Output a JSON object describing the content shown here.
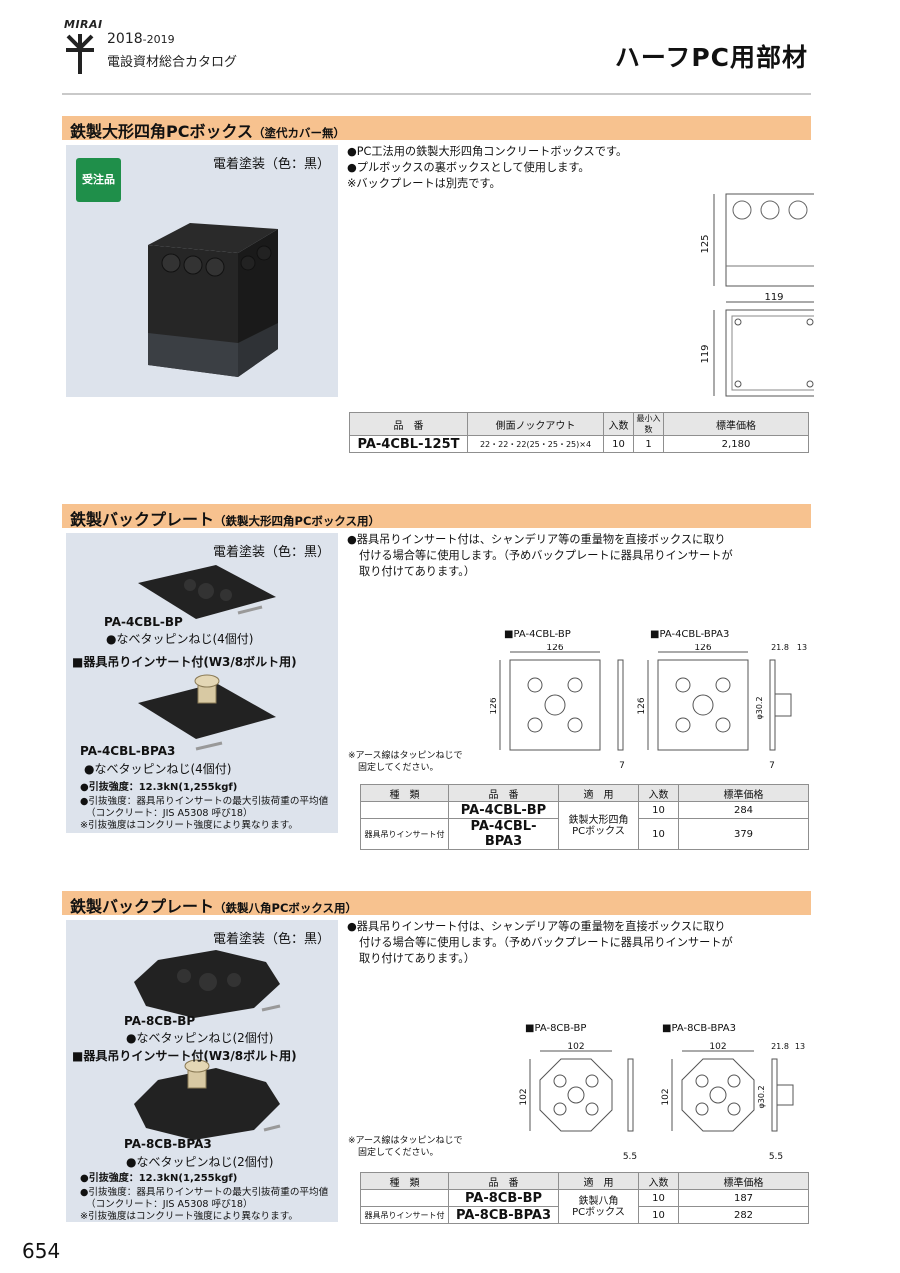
{
  "header": {
    "brand": "MIRAI",
    "year_main": "2018",
    "year_sub": "-2019",
    "catalog": "電設資材総合カタログ",
    "page_title": "ハーフPC用部材"
  },
  "section1": {
    "title": "鉄製大形四角PCボックス",
    "subtitle": "（塗代カバー無）",
    "badge": "受注品",
    "coating": "電着塗装（色：黒）",
    "desc": [
      "●PC工法用の鉄製大形四角コンクリートボックスです。",
      "●プルボックスの裏ボックスとして使用します。",
      "※バックプレートは別売です。"
    ],
    "dims": {
      "height": "125",
      "width": "119",
      "depth": "119"
    },
    "table": {
      "headers": [
        "品　番",
        "側面ノックアウト",
        "入数",
        "最小入数",
        "標準価格"
      ],
      "row": [
        "PA-4CBL-125T",
        "22・22・22(25・25・25)×4",
        "10",
        "1",
        "2,180"
      ]
    }
  },
  "section2": {
    "title": "鉄製バックプレート",
    "subtitle": "（鉄製大形四角PCボックス用）",
    "coating": "電着塗装（色：黒）",
    "item1": "PA-4CBL-BP",
    "item1_note": "●なべタッピンねじ(4個付)",
    "insert_label": "■器具吊りインサート付(W3/8ボルト用)",
    "item2": "PA-4CBL-BPA3",
    "item2_note": "●なべタッピンねじ(4個付)",
    "strength": "●引抜強度：12.3kN(1,255kgf)",
    "strength_note1": "●引抜強度：器具吊りインサートの最大引抜荷重の平均値",
    "strength_note2": "（コンクリート：JIS A5308 呼び18）",
    "strength_note3": "※引抜強度はコンクリート強度により異なります。",
    "desc": [
      "●器具吊りインサート付は、シャンデリア等の重量物を直接ボックスに取り",
      "付ける場合等に使用します。（予めバックプレートに器具吊りインサートが",
      "取り付けてあります。）"
    ],
    "diag1": "■PA-4CBL-BP",
    "diag2": "■PA-4CBL-BPA3",
    "dims": {
      "w": "126",
      "h": "126",
      "t": "7",
      "a": "21.8",
      "b": "13",
      "phi": "φ30.2"
    },
    "earth_note1": "※アース線はタッピンねじで",
    "earth_note2": "固定してください。",
    "table": {
      "headers": [
        "種　類",
        "品　番",
        "適　用",
        "入数",
        "標準価格"
      ],
      "rows": [
        {
          "kind": "",
          "pn": "PA-4CBL-BP",
          "qty": "10",
          "price": "284"
        },
        {
          "kind": "器具吊りインサート付",
          "pn": "PA-4CBL-BPA3",
          "qty": "10",
          "price": "379"
        }
      ],
      "apply1": "鉄製大形四角",
      "apply2": "PCボックス"
    }
  },
  "section3": {
    "title": "鉄製バックプレート",
    "subtitle": "（鉄製八角PCボックス用）",
    "coating": "電着塗装（色：黒）",
    "item1": "PA-8CB-BP",
    "item1_note": "●なべタッピンねじ(2個付)",
    "insert_label": "■器具吊りインサート付(W3/8ボルト用)",
    "item2": "PA-8CB-BPA3",
    "item2_note": "●なべタッピンねじ(2個付)",
    "strength": "●引抜強度：12.3kN(1,255kgf)",
    "strength_note1": "●引抜強度：器具吊りインサートの最大引抜荷重の平均値",
    "strength_note2": "（コンクリート：JIS A5308 呼び18）",
    "strength_note3": "※引抜強度はコンクリート強度により異なります。",
    "desc": [
      "●器具吊りインサート付は、シャンデリア等の重量物を直接ボックスに取り",
      "付ける場合等に使用します。（予めバックプレートに器具吊りインサートが",
      "取り付けてあります。）"
    ],
    "diag1": "■PA-8CB-BP",
    "diag2": "■PA-8CB-BPA3",
    "dims": {
      "w": "102",
      "h": "102",
      "t": "5.5",
      "a": "21.8",
      "b": "13",
      "phi": "φ30.2"
    },
    "earth_note1": "※アース線はタッピンねじで",
    "earth_note2": "固定してください。",
    "table": {
      "headers": [
        "種　類",
        "品　番",
        "適　用",
        "入数",
        "標準価格"
      ],
      "rows": [
        {
          "kind": "",
          "pn": "PA-8CB-BP",
          "qty": "10",
          "price": "187"
        },
        {
          "kind": "器具吊りインサート付",
          "pn": "PA-8CB-BPA3",
          "qty": "10",
          "price": "282"
        }
      ],
      "apply1": "鉄製八角",
      "apply2": "PCボックス"
    }
  },
  "page_number": "654"
}
